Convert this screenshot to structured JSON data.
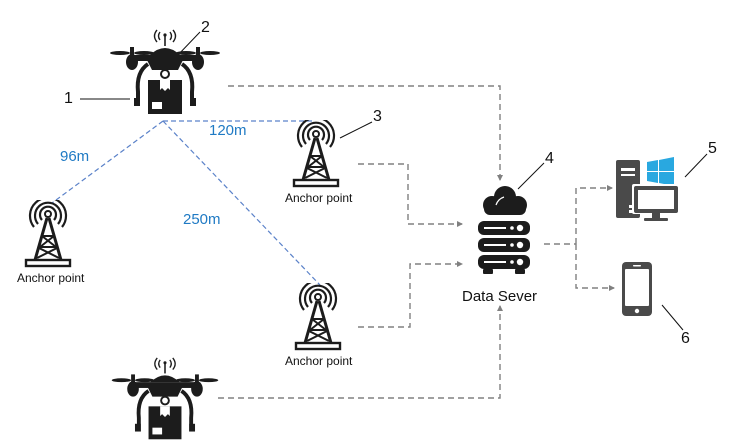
{
  "diagram": {
    "title": "",
    "nodes": {
      "drone_top": {
        "name": "Delivery drone",
        "icon": "drone-icon",
        "callouts": [
          "1",
          "2"
        ]
      },
      "drone_bottom": {
        "name": "Delivery drone",
        "icon": "drone-icon"
      },
      "anchor_left": {
        "label": "Anchor point",
        "icon": "radio-tower-icon"
      },
      "anchor_top": {
        "label": "Anchor point",
        "icon": "radio-tower-icon",
        "callout": "3"
      },
      "anchor_bottom": {
        "label": "Anchor point",
        "icon": "radio-tower-icon"
      },
      "server": {
        "label": "Data Sever",
        "icon": "cloud-server-icon",
        "callout": "4"
      },
      "computer": {
        "name": "Desktop computer",
        "icon": "windows-pc-icon",
        "callout": "5"
      },
      "phone": {
        "name": "Smartphone",
        "icon": "smartphone-icon",
        "callout": "6"
      }
    },
    "distances": [
      {
        "from": "drone_top",
        "to": "anchor_left",
        "label": "96m"
      },
      {
        "from": "drone_top",
        "to": "anchor_top",
        "label": "120m"
      },
      {
        "from": "drone_top",
        "to": "anchor_bottom",
        "label": "250m"
      }
    ],
    "connections": [
      {
        "from": "drone_top",
        "to": "server",
        "style": "dashed-arrow"
      },
      {
        "from": "anchor_top",
        "to": "server",
        "style": "dashed-arrow"
      },
      {
        "from": "anchor_bottom",
        "to": "server",
        "style": "dashed-arrow"
      },
      {
        "from": "drone_bottom",
        "to": "server",
        "style": "dashed-arrow"
      },
      {
        "from": "server",
        "to": "computer",
        "style": "dashed-arrow"
      },
      {
        "from": "server",
        "to": "phone",
        "style": "dashed-arrow"
      }
    ],
    "colors": {
      "icon": "#1c1c1c",
      "device": "#4a4a4a",
      "windows": "#29a8e0",
      "distance_line": "#5b82c9",
      "distance_text": "#1f7ac4",
      "connector": "#808080"
    }
  }
}
